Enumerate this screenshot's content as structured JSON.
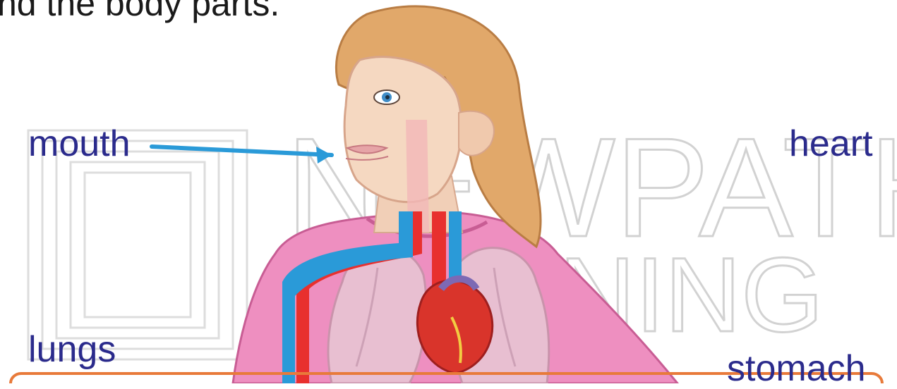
{
  "instruction": "nd the body parts.",
  "labels": {
    "mouth": "mouth",
    "heart": "heart",
    "lungs": "lungs",
    "stomach": "stomach"
  },
  "watermark": {
    "line1": "NEWPATH",
    "line2": "LEARNING"
  },
  "colors": {
    "label_text": "#2b2b8c",
    "arrow": "#2a9ad8",
    "hair": "#e0a86a",
    "skin": "#f4d7c0",
    "shirt": "#ee8fc0",
    "artery": "#e8302e",
    "vein": "#2a9ad8",
    "lung": "#e4b9cd",
    "heart": "#d9342b",
    "bottom_bar": "#e87a3a"
  },
  "icons": [
    "arrow-icon"
  ]
}
